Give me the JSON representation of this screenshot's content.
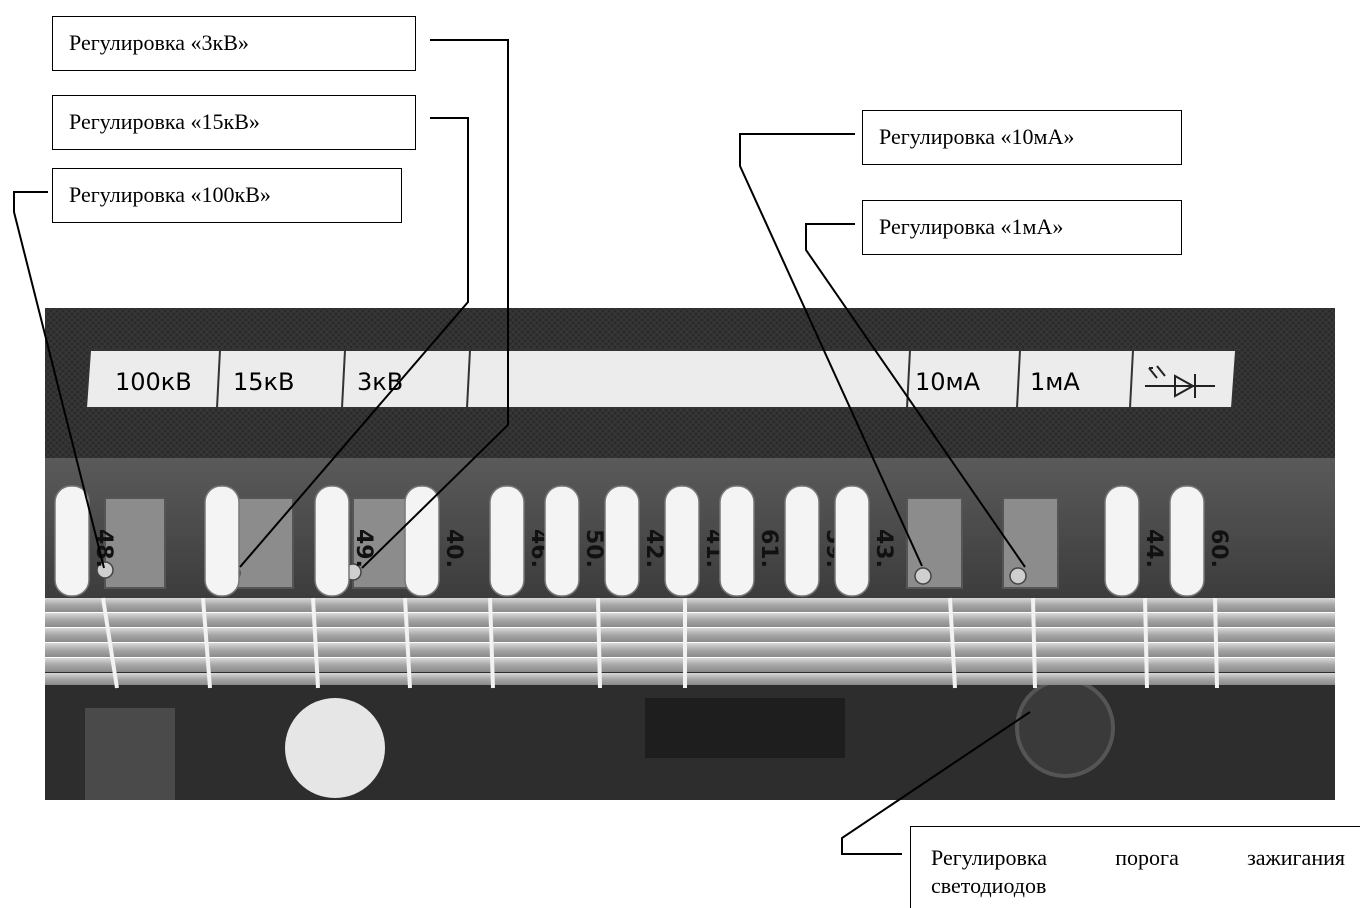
{
  "callouts": {
    "kv3": "Регулировка «3кВ»",
    "kv15": "Регулировка «15кВ»",
    "kv100": "Регулировка «100кВ»",
    "ma10": "Регулировка  «10мА»",
    "ma1": "Регулировка  «1мА»",
    "threshold_line1": "Регулировка   порога зажигания",
    "threshold_line2": "светодиодов"
  },
  "panel_labels": {
    "kv100": "100кВ",
    "kv15": "15кВ",
    "kv3": "3кВ",
    "ma10": "10мА",
    "ma1": "1мА"
  },
  "wire_markers": [
    "48.",
    "",
    "49.",
    "40.",
    "46.",
    "50.",
    "42.",
    "41.",
    "61.",
    "59.",
    "43.",
    "44.",
    "60."
  ],
  "icons": [
    "led-icon"
  ],
  "colors": {
    "background": "#ffffff",
    "photo_dark": "#2a2a2a",
    "panel_strip": "#eeeeee",
    "wire": "#b8b8b8"
  }
}
